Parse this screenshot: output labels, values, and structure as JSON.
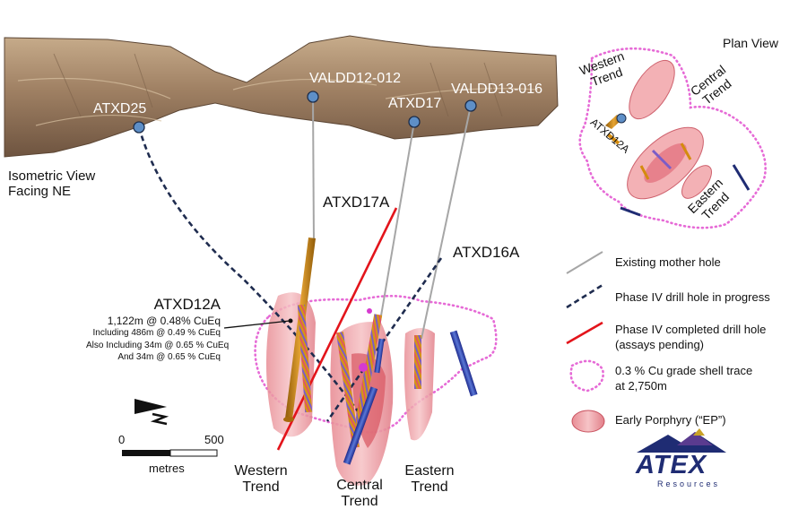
{
  "views": {
    "isometric_title": [
      "Isometric View",
      "Facing NE"
    ],
    "plan_title": "Plan View"
  },
  "drill_holes": {
    "surface_labels": [
      "ATXD25",
      "VALDD12-012",
      "ATXD17",
      "VALDD13-016"
    ],
    "hole_labels": [
      "ATXD17A",
      "ATXD16A"
    ],
    "plan_hole_label": "ATXD12A"
  },
  "callout": {
    "hole": "ATXD12A",
    "lines": [
      "1,122m @ 0.48% CuEq",
      "Including 486m @ 0.49 % CuEq",
      "Also Including 34m @ 0.65 % CuEq",
      "And 34m @ 0.65 % CuEq"
    ]
  },
  "trends": {
    "iso": [
      [
        "Western",
        "Trend"
      ],
      [
        "Central",
        "Trend"
      ],
      [
        "Eastern",
        "Trend"
      ]
    ],
    "plan": [
      [
        "Western",
        "Trend"
      ],
      [
        "Central",
        "Trend"
      ],
      [
        "Eastern",
        "Trend"
      ]
    ]
  },
  "scale_bar": {
    "min": "0",
    "max": "500",
    "unit": "metres"
  },
  "legend": [
    {
      "symbol": "grey-line",
      "label": [
        "Existing mother hole"
      ],
      "color": "#a6a6a6"
    },
    {
      "symbol": "dashed-navy-line",
      "label": [
        "Phase IV drill hole in progress"
      ],
      "color": "#1f2c4f"
    },
    {
      "symbol": "red-line",
      "label": [
        "Phase IV completed drill hole",
        "(assays pending)"
      ],
      "color": "#e3141b"
    },
    {
      "symbol": "dotted-pink-shell",
      "label": [
        "0.3 % Cu grade shell trace",
        "at 2,750m"
      ],
      "color": "#e66ad6"
    },
    {
      "symbol": "pink-porphyry-body",
      "label": [
        "Early Porphyry (“EP”)"
      ],
      "color": "#f4b3b6"
    }
  ],
  "logo": {
    "name": "ATEX",
    "subtitle": "Resources",
    "colors": {
      "navy": "#1f2c73",
      "purple": "#5a3b8f",
      "gold": "#c9a227"
    }
  },
  "colors": {
    "terrain": "#a38566",
    "porphyry": "#f2a9ae",
    "core_orange": "#d48b0e",
    "shell_pink": "#e66ad6"
  },
  "icons": [
    "north-arrow-icon",
    "atex-mountain-logo-icon"
  ]
}
